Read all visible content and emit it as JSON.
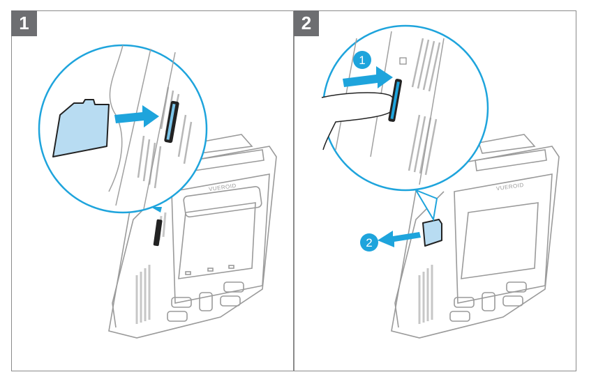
{
  "steps": [
    {
      "number": "1",
      "title": "Insert microSD card",
      "brand_label": "VUEROID"
    },
    {
      "number": "2",
      "title": "Eject microSD card",
      "brand_label": "VUEROID",
      "callouts": [
        {
          "number": "1",
          "action": "push-card-in"
        },
        {
          "number": "2",
          "action": "card-ejects"
        }
      ]
    }
  ],
  "colors": {
    "accent": "#1ea4dc",
    "card_fill": "#b8dcf2",
    "badge_bg": "#6d6e71",
    "line": "#8a8a8a"
  },
  "icons": [
    "microsd-card-icon",
    "arrow-right-icon",
    "arrow-left-icon",
    "dashcam-illustration",
    "finger-illustration"
  ]
}
